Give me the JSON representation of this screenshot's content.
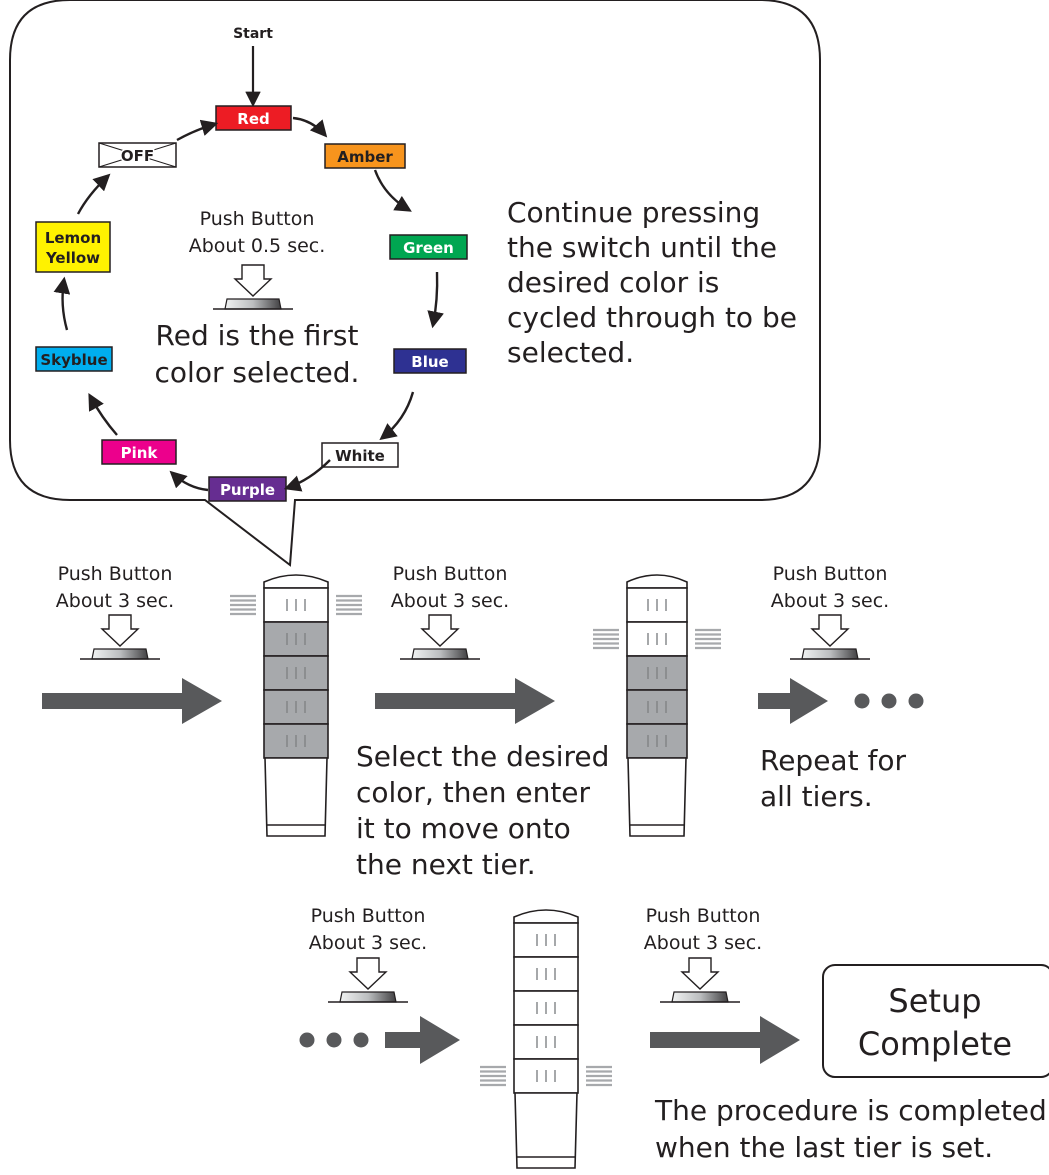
{
  "cycle": {
    "start_label": "Start",
    "colors": [
      {
        "key": "red",
        "label": "Red",
        "fill": "#ed1c24",
        "text": "#ffffff"
      },
      {
        "key": "amber",
        "label": "Amber",
        "fill": "#f7941d",
        "text": "#231f20"
      },
      {
        "key": "green",
        "label": "Green",
        "fill": "#00a651",
        "text": "#ffffff"
      },
      {
        "key": "blue",
        "label": "Blue",
        "fill": "#2e3192",
        "text": "#ffffff"
      },
      {
        "key": "white",
        "label": "White",
        "fill": "#ffffff",
        "text": "#231f20"
      },
      {
        "key": "purple",
        "label": "Purple",
        "fill": "#662d91",
        "text": "#ffffff"
      },
      {
        "key": "pink",
        "label": "Pink",
        "fill": "#ec008c",
        "text": "#ffffff"
      },
      {
        "key": "skyblue",
        "label": "Skyblue",
        "fill": "#00aeef",
        "text": "#231f20"
      },
      {
        "key": "lemon",
        "label1": "Lemon",
        "label2": "Yellow",
        "fill": "#fff200",
        "text": "#231f20"
      },
      {
        "key": "off",
        "label": "OFF",
        "fill": "#ffffff",
        "text": "#231f20"
      }
    ],
    "short_push": {
      "line1": "Push Button",
      "line2": "About 0.5 sec."
    },
    "first_color": {
      "line1": "Red is the first",
      "line2": "color selected."
    },
    "instruction": [
      "Continue pressing",
      "the switch until the",
      "desired color is",
      "cycled through to be",
      "selected."
    ]
  },
  "steps": {
    "push_line1": "Push Button",
    "push_line2": "About 3 sec.",
    "select_note": [
      "Select the desired",
      "color, then enter",
      "it to move onto",
      "the next tier."
    ],
    "repeat_note": [
      "Repeat for",
      "all tiers."
    ],
    "complete_note": [
      "The procedure is completed",
      "when the last tier is set."
    ]
  },
  "setup_box": {
    "line1": "Setup",
    "line2": "Complete"
  },
  "colors": {
    "ink": "#231f20",
    "arrow": "#58595b",
    "tier_lit": "#ffffff",
    "tier_unlit": "#a7a9ac",
    "glow": "#a7a9ac"
  }
}
